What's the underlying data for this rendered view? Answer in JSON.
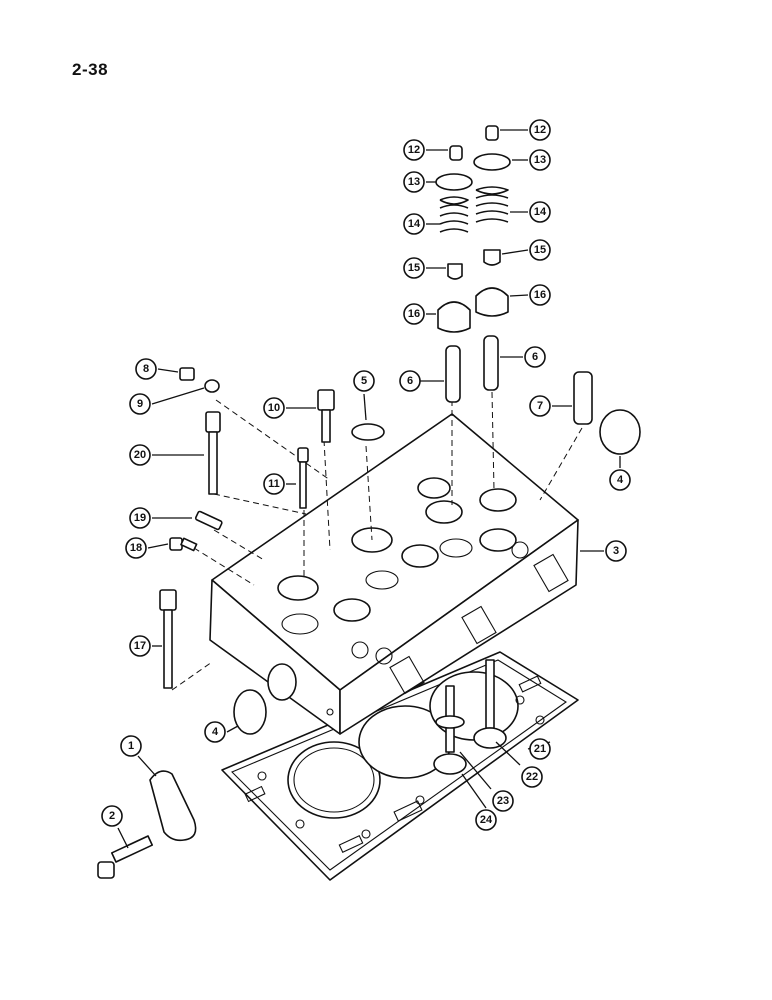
{
  "page": {
    "number": "2-38"
  },
  "callouts": [
    {
      "id": "c1",
      "label": "1"
    },
    {
      "id": "c2",
      "label": "2"
    },
    {
      "id": "c3",
      "label": "3"
    },
    {
      "id": "c4a",
      "label": "4"
    },
    {
      "id": "c4b",
      "label": "4"
    },
    {
      "id": "c5",
      "label": "5"
    },
    {
      "id": "c6a",
      "label": "6"
    },
    {
      "id": "c6b",
      "label": "6"
    },
    {
      "id": "c7",
      "label": "7"
    },
    {
      "id": "c8",
      "label": "8"
    },
    {
      "id": "c9",
      "label": "9"
    },
    {
      "id": "c10",
      "label": "10"
    },
    {
      "id": "c11",
      "label": "11"
    },
    {
      "id": "c12a",
      "label": "12"
    },
    {
      "id": "c12b",
      "label": "12"
    },
    {
      "id": "c13a",
      "label": "13"
    },
    {
      "id": "c13b",
      "label": "13"
    },
    {
      "id": "c14a",
      "label": "14"
    },
    {
      "id": "c14b",
      "label": "14"
    },
    {
      "id": "c15a",
      "label": "15"
    },
    {
      "id": "c15b",
      "label": "15"
    },
    {
      "id": "c16a",
      "label": "16"
    },
    {
      "id": "c16b",
      "label": "16"
    },
    {
      "id": "c17",
      "label": "17"
    },
    {
      "id": "c18",
      "label": "18"
    },
    {
      "id": "c19",
      "label": "19"
    },
    {
      "id": "c20",
      "label": "20"
    },
    {
      "id": "c21",
      "label": "21"
    },
    {
      "id": "c22",
      "label": "22"
    },
    {
      "id": "c23",
      "label": "23"
    },
    {
      "id": "c24",
      "label": "24"
    }
  ]
}
